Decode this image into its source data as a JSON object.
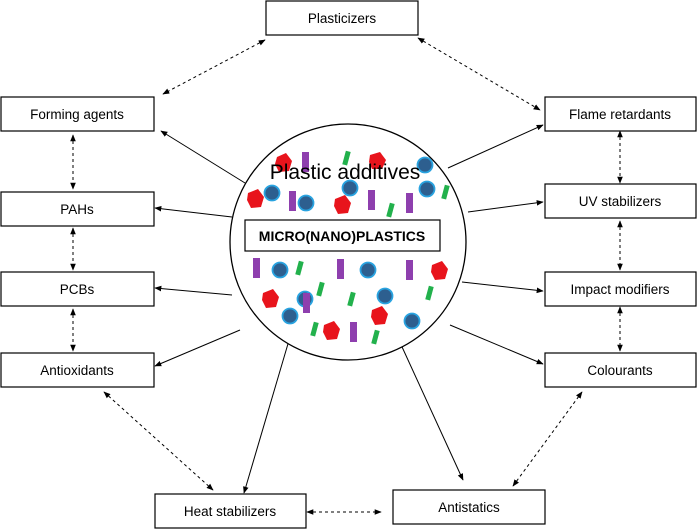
{
  "center": {
    "title": "Plastic additives",
    "label": "MICRO(NANO)PLASTICS"
  },
  "additives": {
    "plasticizers": "Plasticizers",
    "forming_agents": "Forming agents",
    "pahs": "PAHs",
    "pcbs": "PCBs",
    "antioxidants": "Antioxidants",
    "heat_stabilizers": "Heat stabilizers",
    "antistatics": "Antistatics",
    "colourants": "Colourants",
    "impact_modifiers": "Impact modifiers",
    "uv_stabilizers": "UV stabilizers",
    "flame_retardants": "Flame retardants"
  },
  "colors": {
    "red_particle": "#e8141c",
    "blue_particle": "#2d5f8f",
    "blue_particle_edge": "#29a3e0",
    "purple_particle": "#8e3fae",
    "green_particle": "#22b14c"
  }
}
